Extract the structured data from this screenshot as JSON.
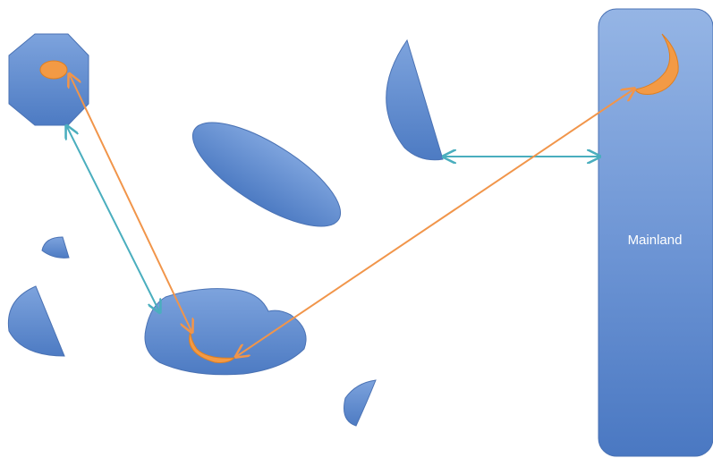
{
  "diagram": {
    "mainland_label": "Mainland",
    "colors": {
      "island_fill": "#5b87cc",
      "island_stroke": "#4a72b4",
      "mainland_light": "#8fb0e2",
      "mainland_dark": "#4e7cc4",
      "highlight": "#f39a45",
      "highlight_stroke": "#e07f1f",
      "arrow_blue": "#4aaebe",
      "arrow_orange": "#f1954a",
      "label_text": "#ffffff"
    },
    "connections": [
      {
        "from": "octagon-island",
        "to": "large-island",
        "color": "blue",
        "bidirectional": true
      },
      {
        "from": "octagon-island",
        "to": "large-island",
        "color": "orange",
        "bidirectional": true
      },
      {
        "from": "half-disc-island",
        "to": "mainland",
        "color": "blue",
        "bidirectional": true
      },
      {
        "from": "large-island",
        "to": "mainland",
        "color": "orange",
        "bidirectional": true
      }
    ]
  }
}
